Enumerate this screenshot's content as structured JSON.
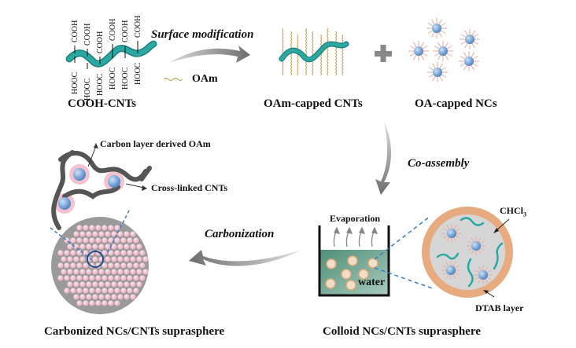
{
  "labels": {
    "cooh_cnts": "COOH-CNTs",
    "surface_modification": "Surface modification",
    "oam_legend": "OAm",
    "oam_capped_cnts": "OAm-capped CNTs",
    "oa_capped_ncs": "OA-capped NCs",
    "co_assembly": "Co-assembly",
    "carbon_layer": "Carbon layer  derived OAm",
    "cross_linked": "Cross-linked CNTs",
    "carbonization": "Carbonization",
    "evaporation": "Evaporation",
    "water": "water",
    "chcl3": "CHCl",
    "chcl3_sub": "3",
    "dtab_layer": "DTAB layer",
    "carbonized_suprasphere": "Carbonized NCs/CNTs suprasphere",
    "colloid_suprasphere": "Colloid  NCs/CNTs suprasphere"
  },
  "cooh_groups": [
    "COOH",
    "COOH",
    "COOH",
    "COOH",
    "COOH",
    "COOH"
  ],
  "hooc_groups": [
    "HOOC",
    "HOOC",
    "HOOC",
    "HOOC",
    "HOOC",
    "HOOC"
  ],
  "colors": {
    "cnt": "#2aa9a3",
    "nc": "#7aa7d8",
    "ligand": "#e8a9a0",
    "oam": "#c9a35b",
    "arrow": "#7a7a7a",
    "water": "#5f9e88",
    "dtab": "#e6a97e",
    "chcl3": "#d4d4d4",
    "pink_sphere": "#f3c6d2",
    "carbon": "#555555",
    "dash": "#3a7ac8"
  }
}
